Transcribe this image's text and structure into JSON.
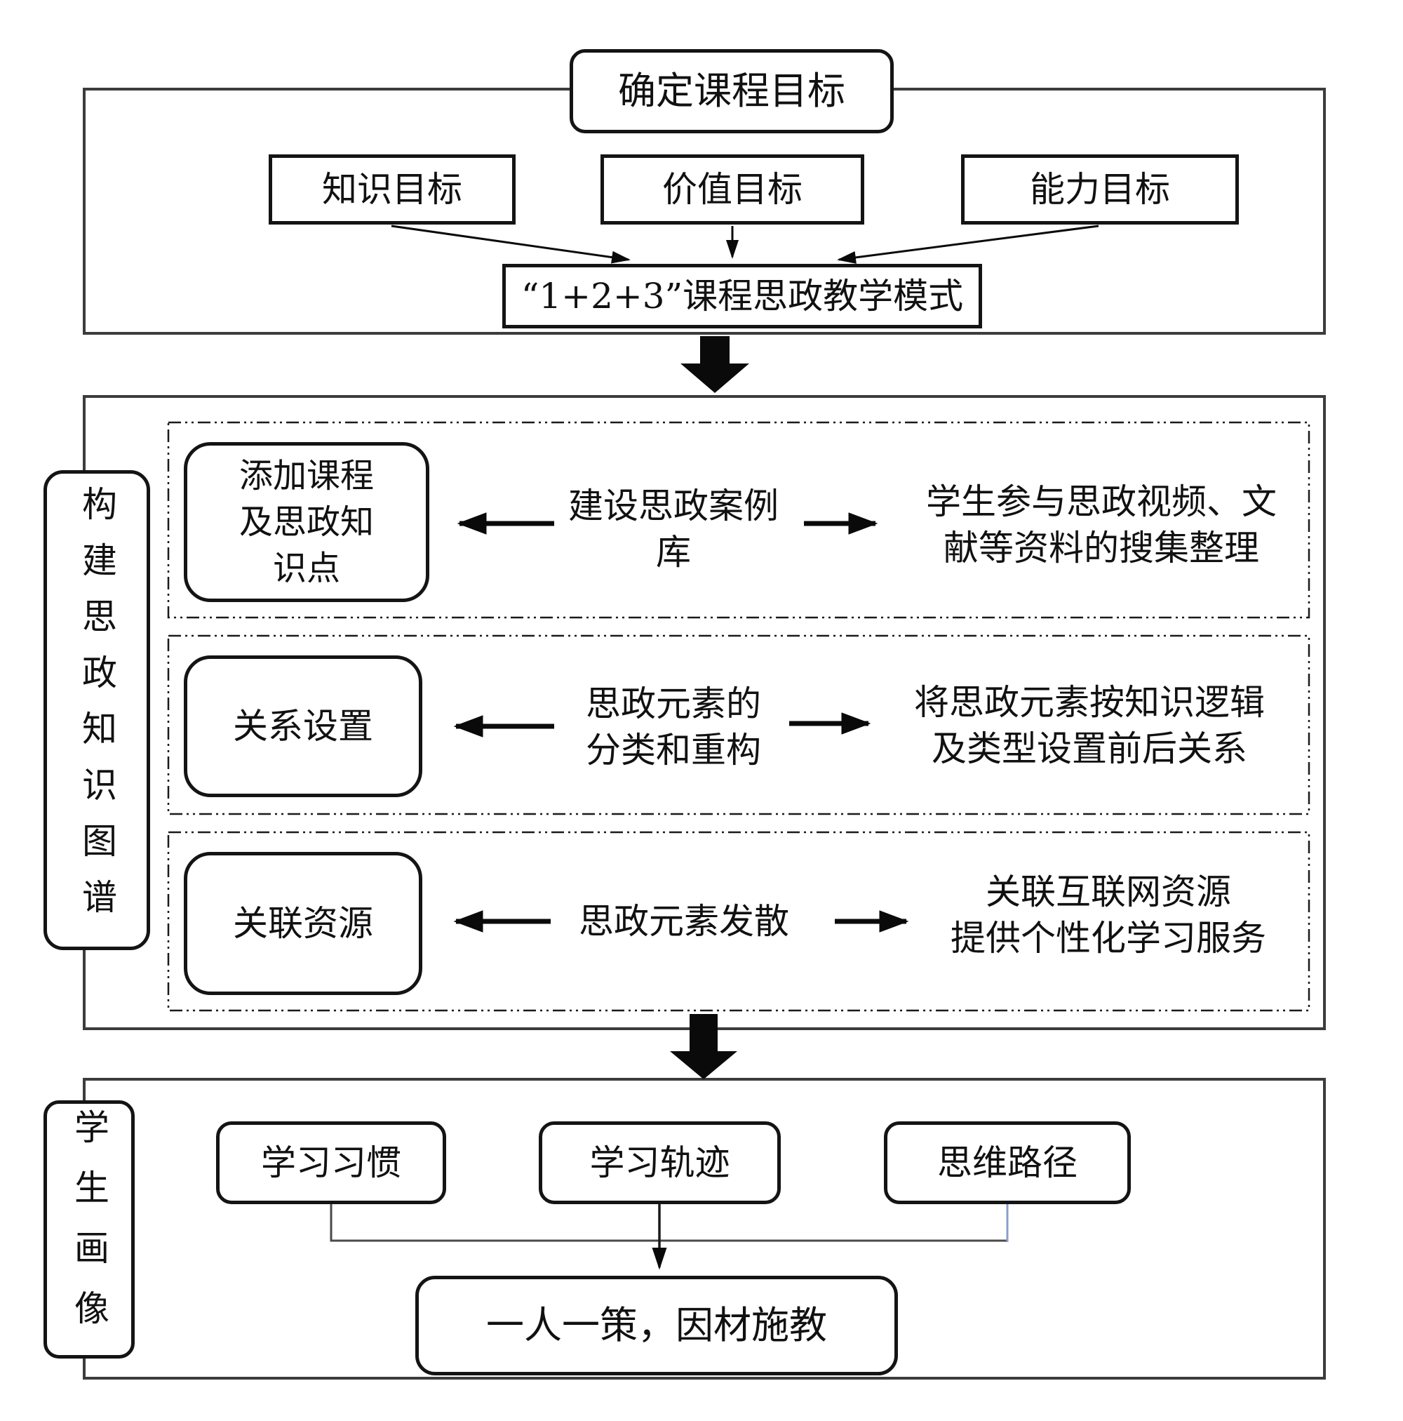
{
  "top": {
    "title": "确定课程目标",
    "goal1": "知识目标",
    "goal2": "价值目标",
    "goal3": "能力目标",
    "model": "“1+2+3”课程思政教学模式"
  },
  "middle": {
    "side_label": "构建思政知识图谱",
    "row1": {
      "box_line1": "添加课程",
      "box_line2": "及思政知",
      "box_line3": "识点",
      "center_line1": "建设思政案例",
      "center_line2": "库",
      "right_line1": "学生参与思政视频、文",
      "right_line2": "献等资料的搜集整理"
    },
    "row2": {
      "box": "关系设置",
      "center_line1": "思政元素的",
      "center_line2": "分类和重构",
      "right_line1": "将思政元素按知识逻辑",
      "right_line2": "及类型设置前后关系"
    },
    "row3": {
      "box": "关联资源",
      "center": "思政元素发散",
      "right_line1": "关联互联网资源",
      "right_line2": "提供个性化学习服务"
    }
  },
  "bottom": {
    "side_label": "学生画像",
    "item1": "学习习惯",
    "item2": "学习轨迹",
    "item3": "思维路径",
    "result": "一人一策，因材施教"
  },
  "colors": {
    "frame": "#3c3c3c",
    "box_border": "#141414",
    "arrow": "#0a0a0a",
    "blue_connector": "#8b9dc9"
  }
}
